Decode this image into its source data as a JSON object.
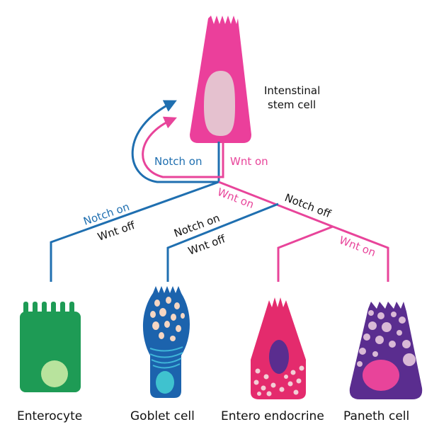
{
  "stem_cell": {
    "label_line1": "Intenstinal",
    "label_line2": "stem cell"
  },
  "self_renewal": {
    "notch_label": "Notch on",
    "wnt_label": "Wnt on"
  },
  "branches": {
    "wnt_on_label": "Wnt on",
    "notch_off_label": "Notch off",
    "enterocyte_notch_label": "Notch on",
    "enterocyte_wnt_label": "Wnt off",
    "goblet_notch_label": "Notch on",
    "goblet_wnt_label": "Wnt off",
    "paneth_wnt_label": "Wnt on"
  },
  "cells": [
    {
      "name": "Enterocyte"
    },
    {
      "name": "Goblet cell"
    },
    {
      "name": "Entero endocrine"
    },
    {
      "name": "Paneth cell"
    }
  ],
  "colors": {
    "notch_blue": "#1f6fb0",
    "wnt_pink": "#e8449a",
    "text_black": "#111111",
    "stem_cell": "#eb3f9b",
    "enterocyte": "#1e9b55",
    "goblet": "#1c63ad",
    "enteroendocrine": "#e42b6d",
    "paneth": "#5a2d8f"
  }
}
